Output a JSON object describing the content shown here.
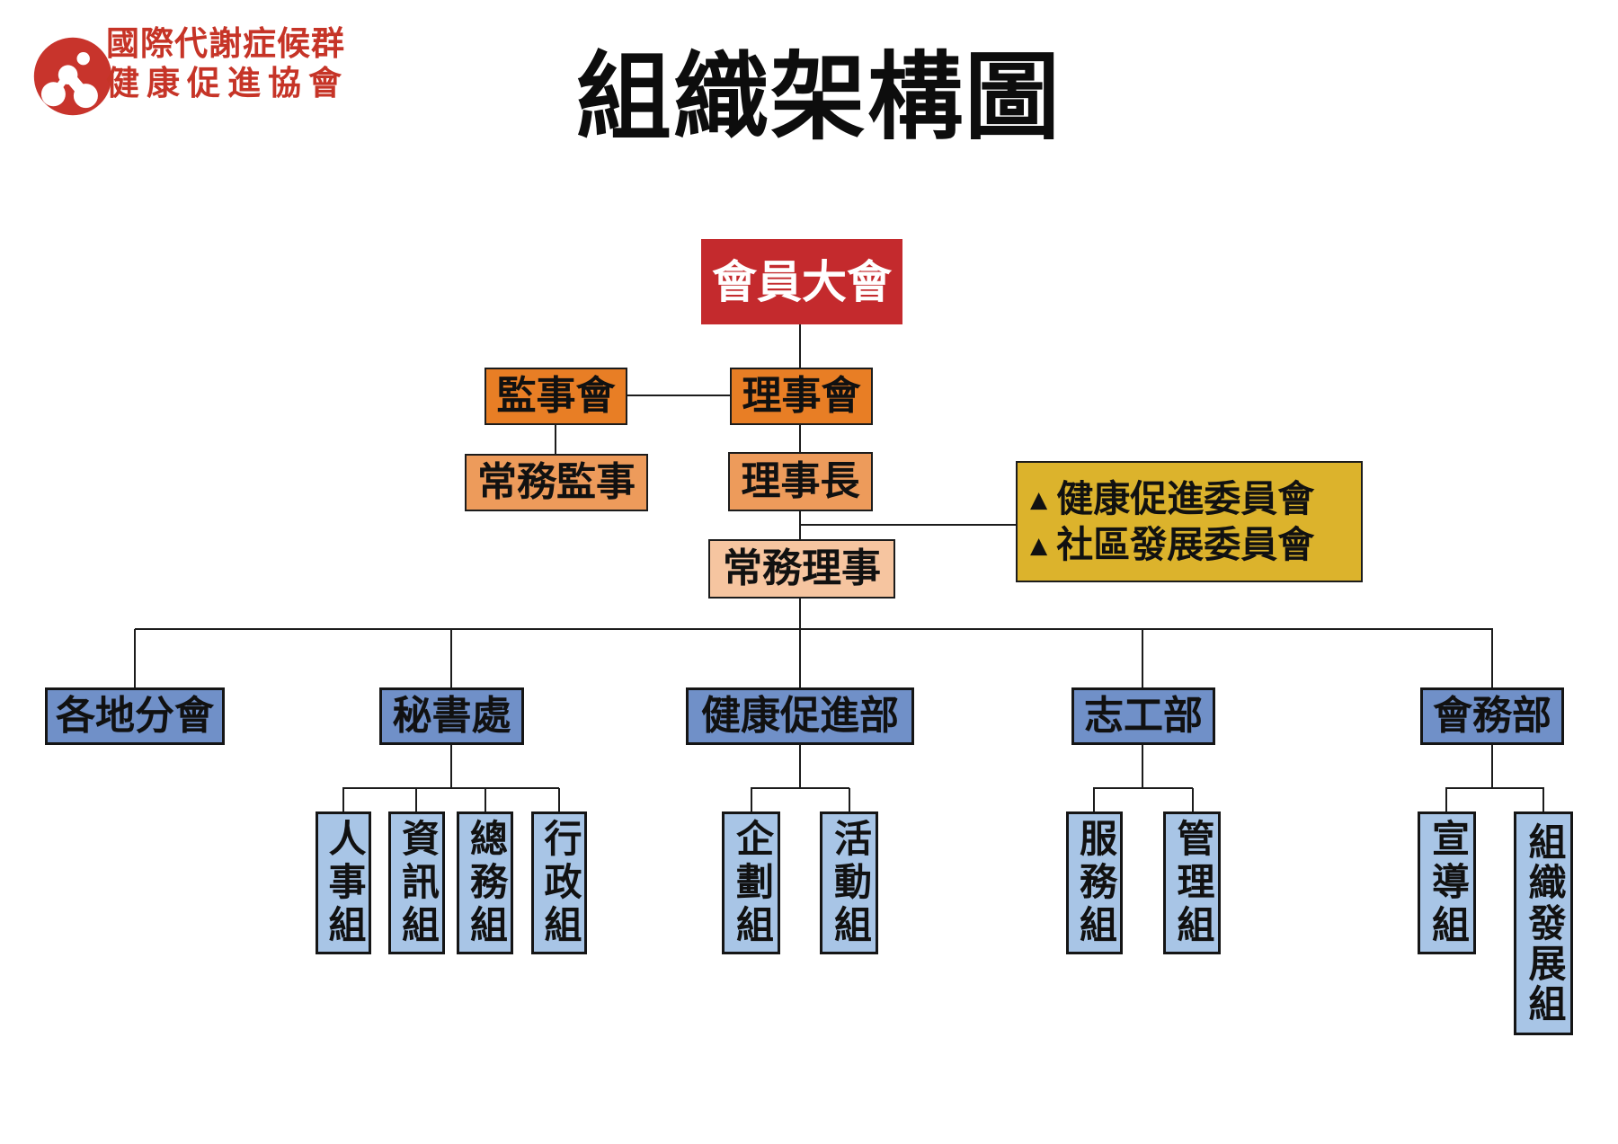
{
  "logo": {
    "line1": "國際代謝症候群",
    "line2": "健康促進協會",
    "color": "#c63427"
  },
  "title": "組織架構圖",
  "nodes": {
    "assembly": {
      "label": "會員大會",
      "color": "#c42a2d"
    },
    "supervisors": {
      "label": "監事會",
      "color": "#e87e25"
    },
    "directors": {
      "label": "理事會",
      "color": "#e87e25"
    },
    "standing_supervisor": {
      "label": "常務監事",
      "color": "#ed9b5b"
    },
    "chairman": {
      "label": "理事長",
      "color": "#ed9b5b"
    },
    "standing_directors": {
      "label": "常務理事",
      "color": "#f6c5a0"
    },
    "committees": {
      "bullet": "▲",
      "line1": "健康促進委員會",
      "line2": "社區發展委員會",
      "color": "#dcb32c"
    },
    "branches": {
      "label": "各地分會",
      "color": "#7090c8"
    },
    "secretariat": {
      "label": "秘書處",
      "color": "#7090c8"
    },
    "health_promotion_dept": {
      "label": "健康促進部",
      "color": "#7090c8"
    },
    "volunteer_dept": {
      "label": "志工部",
      "color": "#7090c8"
    },
    "association_affairs_dept": {
      "label": "會務部",
      "color": "#7090c8"
    },
    "hr_team": {
      "label": "人事組",
      "color": "#a8c5e6"
    },
    "info_team": {
      "label": "資訊組",
      "color": "#a8c5e6"
    },
    "general_affairs_team": {
      "label": "總務組",
      "color": "#a8c5e6"
    },
    "admin_team": {
      "label": "行政組",
      "color": "#a8c5e6"
    },
    "planning_team": {
      "label": "企劃組",
      "color": "#a8c5e6"
    },
    "activity_team": {
      "label": "活動組",
      "color": "#a8c5e6"
    },
    "service_team": {
      "label": "服務組",
      "color": "#a8c5e6"
    },
    "management_team": {
      "label": "管理組",
      "color": "#a8c5e6"
    },
    "promotion_team": {
      "label": "宣導組",
      "color": "#a8c5e6"
    },
    "org_development_team": {
      "label": "組織發展組",
      "color": "#a8c5e6"
    }
  },
  "line_color": "#1c1c1c"
}
